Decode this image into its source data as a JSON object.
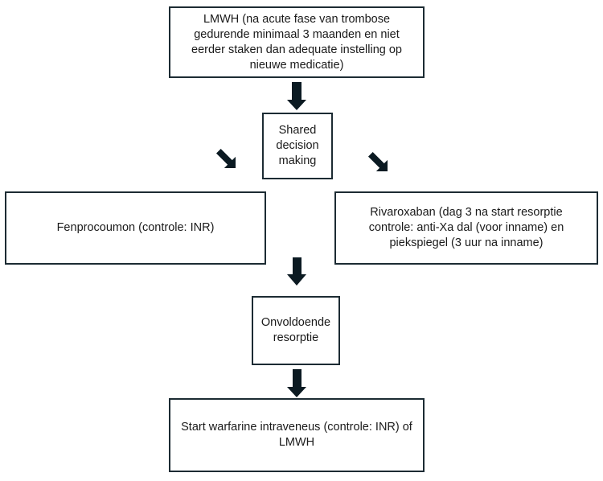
{
  "nodes": {
    "lmwh_initial": {
      "lines": [
        "LMWH (na acute fase van trombose",
        "gedurende minimaal 3 maanden en niet",
        "eerder staken dan adequate instelling op",
        "nieuwe medicatie)"
      ]
    },
    "shared_decision": {
      "lines": [
        "Shared",
        "decision",
        "making"
      ]
    },
    "fenprocoumon": {
      "lines": [
        "Fenprocoumon (controle: INR)"
      ]
    },
    "rivaroxaban": {
      "lines": [
        "Rivaroxaban (dag 3 na start resorptie",
        "controle: anti-Xa dal (voor inname) en",
        "piekspiegel (3 uur na inname)"
      ]
    },
    "onvoldoende": {
      "lines": [
        "Onvoldoende",
        "resorptie"
      ]
    },
    "warfarine": {
      "lines": [
        "Start warfarine intraveneus (controle: INR) of",
        "LMWH"
      ]
    }
  },
  "colors": {
    "border": "#1c2b33",
    "arrow": "#0b1a22",
    "text": "#1a1a1a"
  }
}
